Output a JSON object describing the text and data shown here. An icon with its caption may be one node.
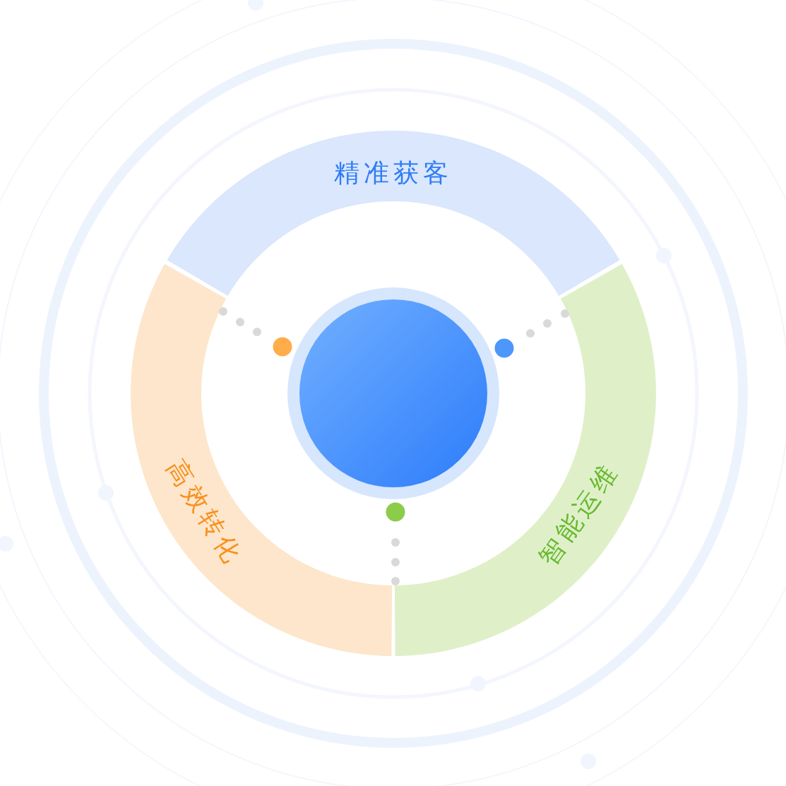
{
  "diagram": {
    "nodes": [
      {
        "text": [
          "精准获客"
        ]
      },
      {
        "text": [
          "高效转化"
        ]
      },
      {
        "text": [
          "智能运维"
        ]
      },
      {
        "text": [],
        "shape": "circle"
      }
    ]
  }
}
